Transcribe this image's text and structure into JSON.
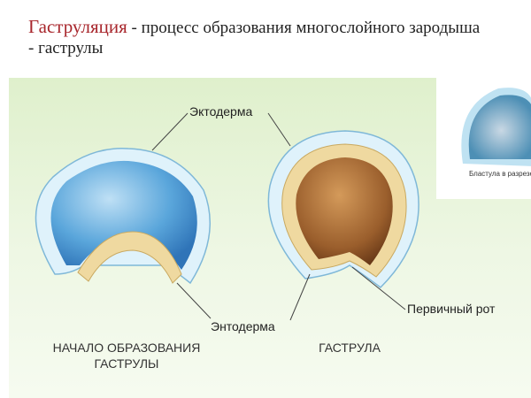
{
  "header": {
    "term": "Гаструляция",
    "definition": " - процесс образования многослойного зародыша",
    "line2": "-  гаструлы"
  },
  "labels": {
    "ectoderm": "Эктодерма",
    "endoderm": "Энтодерма",
    "blastopore": "Первичный рот"
  },
  "captions": {
    "left_line1": "НАЧАЛО ОБРАЗОВАНИЯ",
    "left_line2": "ГАСТРУЛЫ",
    "right": "ГАСТРУЛА"
  },
  "inset": {
    "caption": "Бластула в разрезе"
  },
  "colors": {
    "term": "#a8262c",
    "ectoderm": "#dff2fb",
    "interior": "#4f9fd6",
    "endoderm": "#efd9a0",
    "gastrula_cavity": "#8a5326"
  }
}
